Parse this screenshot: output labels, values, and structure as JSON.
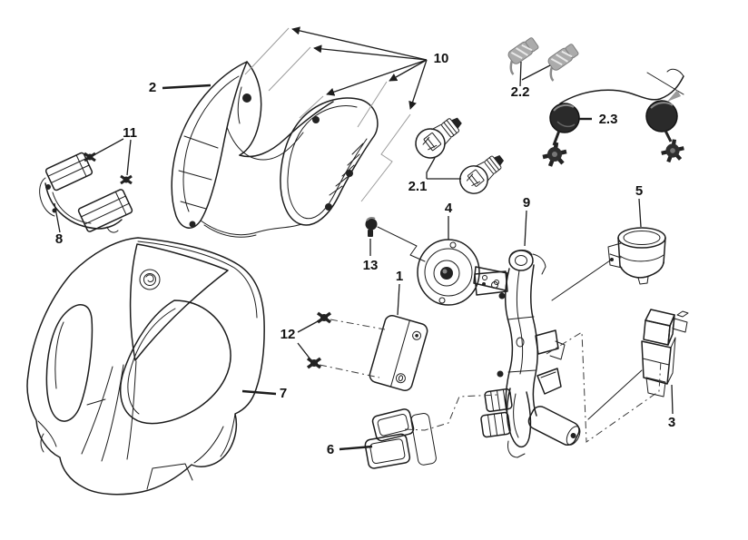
{
  "diagram": {
    "callouts": [
      {
        "id": "1",
        "text": "1"
      },
      {
        "id": "2",
        "text": "2"
      },
      {
        "id": "2.1",
        "text": "2.1"
      },
      {
        "id": "2.2",
        "text": "2.2"
      },
      {
        "id": "2.3",
        "text": "2.3"
      },
      {
        "id": "3",
        "text": "3"
      },
      {
        "id": "4",
        "text": "4"
      },
      {
        "id": "5",
        "text": "5"
      },
      {
        "id": "6",
        "text": "6"
      },
      {
        "id": "7",
        "text": "7"
      },
      {
        "id": "8",
        "text": "8"
      },
      {
        "id": "9",
        "text": "9"
      },
      {
        "id": "10",
        "text": "10"
      },
      {
        "id": "11",
        "text": "11"
      },
      {
        "id": "12",
        "text": "12"
      },
      {
        "id": "13",
        "text": "13"
      }
    ],
    "colors": {
      "background": "#ffffff",
      "line": "#1d1d1d",
      "label": "#111111",
      "lamp_fill": "#2a2a2a",
      "socket_fill": "#ababab",
      "guide_gray": "#9c9c9c"
    }
  }
}
